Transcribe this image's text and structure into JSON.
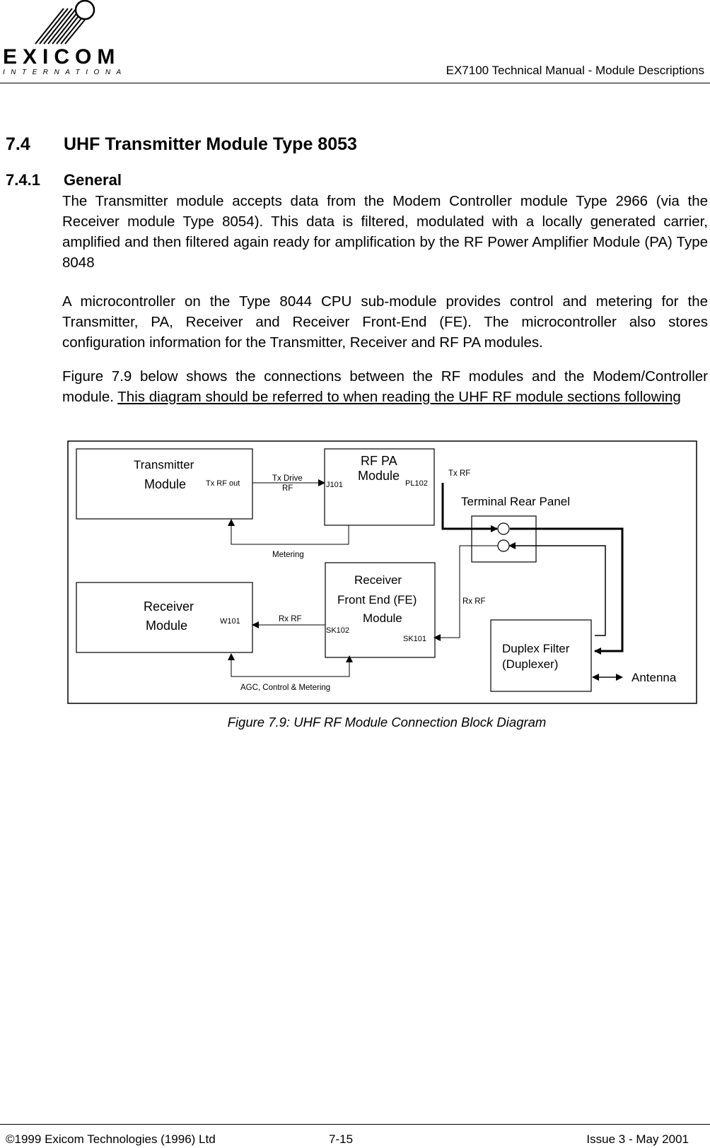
{
  "header": {
    "logo_wordmark": "EXICOM",
    "logo_sub": "INTERNATIONAL",
    "title": "EX7100 Technical Manual - Module Descriptions"
  },
  "section": {
    "number": "7.4",
    "title": "UHF Transmitter Module Type 8053"
  },
  "subsection": {
    "number": "7.4.1",
    "title": "General"
  },
  "paragraphs": {
    "p1": "The Transmitter module accepts data from the Modem Controller module Type 2966 (via the Receiver module Type 8054). This data is filtered, modulated with a locally generated carrier, amplified and then filtered again ready for amplification by the RF Power Amplifier Module (PA) Type 8048",
    "p2": "A microcontroller on the Type 8044 CPU sub-module provides control and metering for the Transmitter, PA, Receiver and Receiver Front-End (FE). The microcontroller also stores configuration information for the Transmitter, Receiver and RF PA modules.",
    "p3_plain": "Figure 7.9 below shows the connections between the RF modules and the Modem/Controller module.",
    "p3_underlined": "This diagram should be referred to when reading the UHF RF module sections following"
  },
  "diagram": {
    "transmitter_line1": "Transmitter",
    "transmitter_line2": "Module",
    "tx_rf_out": "Tx RF out",
    "tx_drive_line1": "Tx Drive",
    "tx_drive_line2": "RF",
    "rfpa_line1": "RF PA",
    "rfpa_line2": "Module",
    "j101": "J101",
    "pl102": "PL102",
    "tx_rf": "Tx RF",
    "terminal_rear_panel": "Terminal Rear Panel",
    "metering": "Metering",
    "rxfe_line1": "Receiver",
    "rxfe_line2": "Front End (FE)",
    "rxfe_line3": "Module",
    "receiver_line1": "Receiver",
    "receiver_line2": "Module",
    "w101": "W101",
    "rx_rf_left": "Rx RF",
    "sk102": "SK102",
    "sk101": "SK101",
    "rx_rf_right": "Rx RF",
    "duplex_line1": "Duplex Filter",
    "duplex_line2": "(Duplexer)",
    "antenna": "Antenna",
    "agc": "AGC, Control & Metering"
  },
  "caption": "Figure 7.9: UHF RF Module Connection Block Diagram",
  "footer": {
    "copyright": "©1999 Exicom Technologies (1996) Ltd",
    "page": "7-15",
    "issue": "Issue 3 - May 2001"
  }
}
